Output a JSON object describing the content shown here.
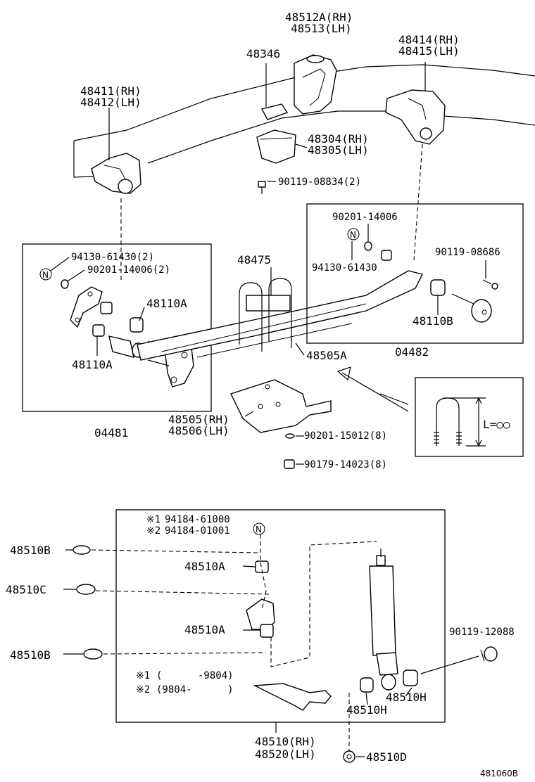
{
  "callouts": {
    "p48512A_rh": "48512A(RH)",
    "p48513_lh": "48513(LH)",
    "p48346": "48346",
    "p48414_rh": "48414(RH)",
    "p48415_lh": "48415(LH)",
    "p48411_rh": "48411(RH)",
    "p48412_lh": "48412(LH)",
    "p48304_rh": "48304(RH)",
    "p48305_lh": "48305(LH)",
    "p90119_08834": "90119-08834(2)",
    "p90201_14006": "90201-14006",
    "p90119_08686": "90119-08686",
    "p94130_61430": "94130-61430",
    "p48110B": "48110B",
    "p04482": "04482",
    "p94130_61430_2": "94130-61430(2)",
    "p90201_14006_2": "90201-14006(2)",
    "p48110A_upper": "48110A",
    "p48110A_lower": "48110A",
    "p04481": "04481",
    "p48475": "48475",
    "p48505A": "48505A",
    "p48505_rh": "48505(RH)",
    "p48506_lh": "48506(LH)",
    "p90201_15012": "90201-15012(8)",
    "p90179_14023": "90179-14023(8)",
    "u_bolt_length": "L=○○",
    "note_n1": "※1",
    "p94184_61000": "94184-61000",
    "note_n2": "※2",
    "p94184_01001": "94184-01001",
    "p48510B_upper": "48510B",
    "p48510A_upper": "48510A",
    "p48510C": "48510C",
    "p48510A_lower": "48510A",
    "p48510B_lower": "48510B",
    "p90119_12088": "90119-12088",
    "p48510H_right": "48510H",
    "p48510H_left": "48510H",
    "footnote1_mark": "※1",
    "footnote1_text": "(      -9804)",
    "footnote2_mark": "※2",
    "footnote2_text": "(9804-      )",
    "p48510_rh": "48510(RH)",
    "p48520_lh": "48520(LH)",
    "p48510D": "48510D",
    "n_symbol": "N"
  },
  "figure_id": "481060B"
}
